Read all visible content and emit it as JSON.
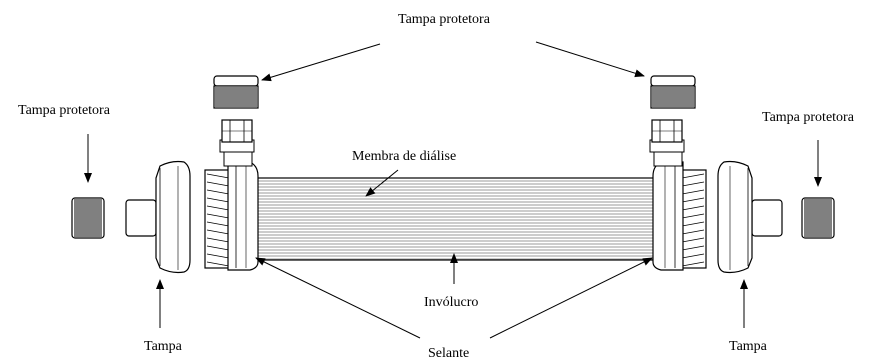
{
  "diagram": {
    "labels": {
      "top_protective_cap": "Tampa protetora",
      "left_protective_cap": "Tampa protetora",
      "right_protective_cap": "Tampa protetora",
      "membrane": "Membra de diálise",
      "housing": "Invólucro",
      "left_cap": "Tampa",
      "right_cap": "Tampa",
      "sealant": "Selante"
    },
    "colors": {
      "stroke": "#000000",
      "fill_light": "#ffffff",
      "fill_dark": "#111111"
    }
  }
}
